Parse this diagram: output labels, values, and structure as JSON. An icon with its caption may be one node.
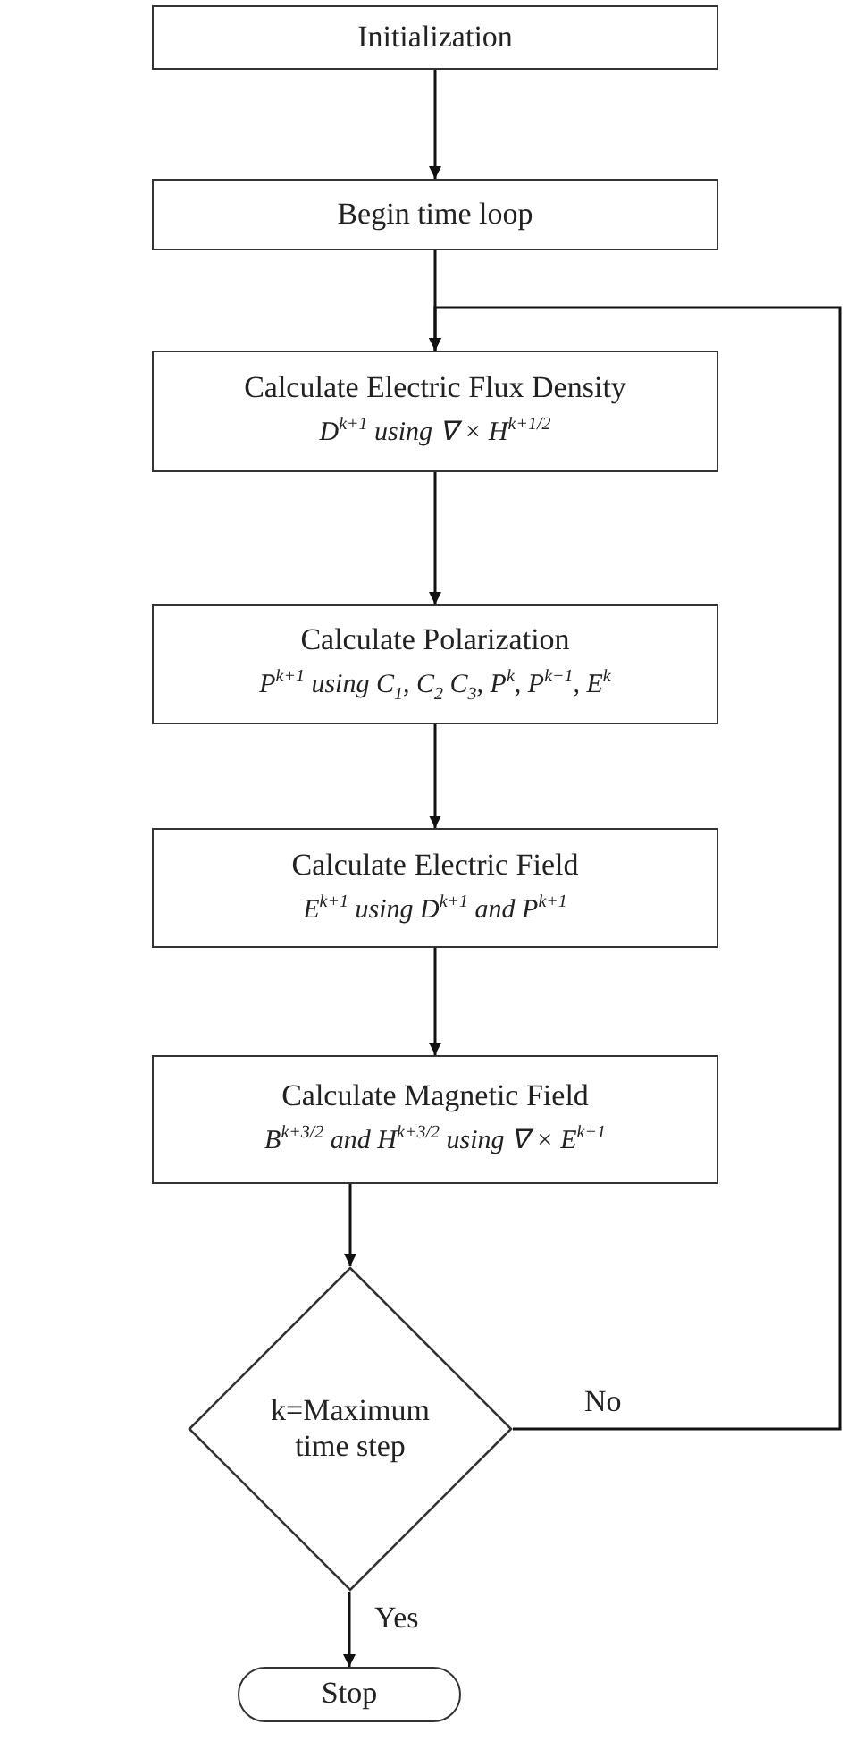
{
  "diagram": {
    "nodes": [
      {
        "text": [
          "Initialization"
        ]
      },
      {
        "text": [
          "Begin time loop"
        ]
      },
      {
        "text": [
          "Calculate Electric Flux Density",
          "D$^{k+1}$ using ∇ × H$^{k+1/2}$"
        ]
      },
      {
        "text": [
          "Calculate Polarization",
          "P$^{k+1}$ using C$_{1}$, C$_{2}$ C$_{3}$, P$^{k}$, P$^{k−1}$, E$^{k}$"
        ]
      },
      {
        "text": [
          "Calculate Electric Field",
          "E$^{k+1}$ using D$^{k+1}$ and P$^{k+1}$"
        ]
      },
      {
        "text": [
          "Calculate Magnetic Field",
          "B$^{k+3/2}$ and H$^{k+3/2}$ using ∇ × E$^{k+1}$"
        ]
      },
      {
        "text": [
          "k=Maximum time step"
        ]
      },
      {
        "text": [
          "Stop"
        ]
      }
    ],
    "edges": [
      {
        "from": 0,
        "to": 1,
        "arrow": "to"
      },
      {
        "from": 1,
        "to": 2,
        "arrow": "to"
      },
      {
        "from": 2,
        "to": 3,
        "arrow": "to"
      },
      {
        "from": 3,
        "to": 4,
        "arrow": "to"
      },
      {
        "from": 4,
        "to": 5,
        "arrow": "to"
      },
      {
        "from": 5,
        "to": 6,
        "arrow": "to"
      },
      {
        "from": 6,
        "to": 7,
        "arrow": "to",
        "label": "Yes"
      },
      {
        "from": 6,
        "to": 2,
        "arrow": "to",
        "label": "No"
      }
    ]
  }
}
